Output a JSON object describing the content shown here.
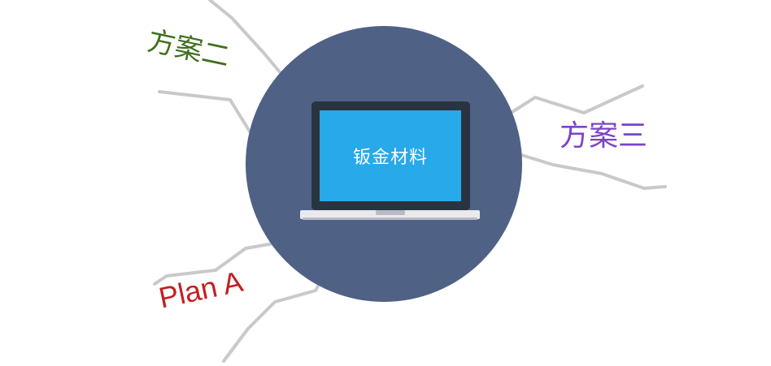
{
  "diagram": {
    "center_label": "钣金材料",
    "labels": {
      "top_left": "方案二",
      "right": "方案三",
      "bottom_left": "Plan A"
    },
    "colors": {
      "circle": "#4f6185",
      "laptop_bezel": "#2a3340",
      "laptop_screen": "#27a9ea",
      "laptop_base": "#e9eaee",
      "laptop_base_shadow": "#b9bcc4",
      "lines": "#c9c9cb",
      "label_top_left": "#3f6f1d",
      "label_right": "#7b44c9",
      "label_bottom_left": "#c31f22"
    },
    "icon": "laptop-icon"
  }
}
